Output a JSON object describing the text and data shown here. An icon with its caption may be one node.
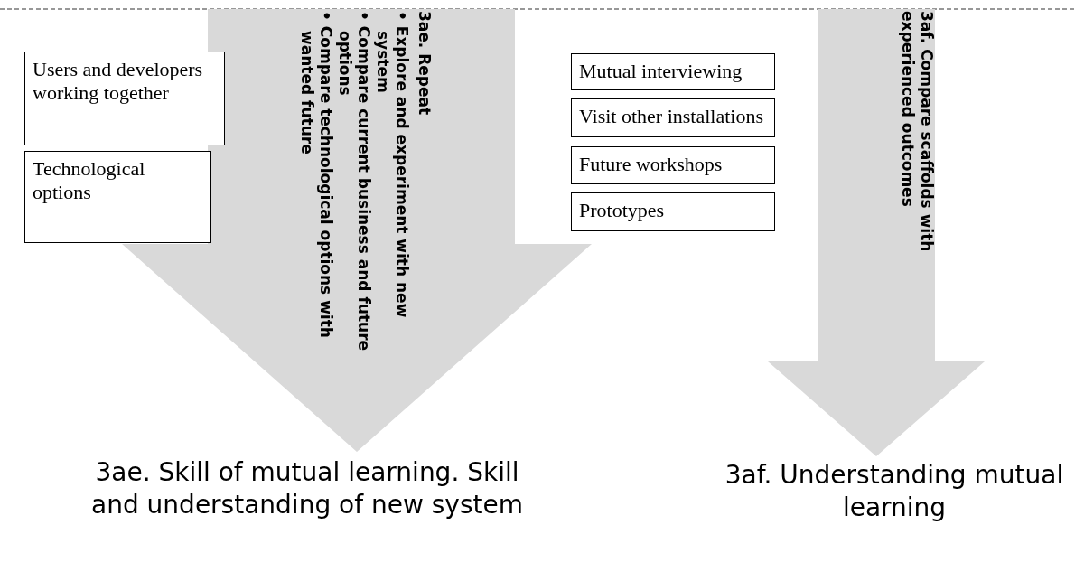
{
  "diagram": {
    "nodes": [
      {
        "text": [
          "3ae. Repeat",
          "• Explore and experiment with new system",
          "• Compare current business and future options",
          "• Compare technological options with wanted future"
        ],
        "beside": [
          "3ae. Skill of mutual learning. Skill and understanding of new system"
        ]
      },
      {
        "text": [
          "Users and developers working together"
        ]
      },
      {
        "text": [
          "Technological options"
        ]
      },
      {
        "text": [
          "3af. Compare scaffolds with experienced outcomes"
        ],
        "beside": [
          "3af. Understanding mutual learning"
        ]
      },
      {
        "text": [
          "Mutual interviewing"
        ]
      },
      {
        "text": [
          "Visit other installations"
        ]
      },
      {
        "text": [
          "Future workshops"
        ]
      },
      {
        "text": [
          "Prototypes"
        ]
      }
    ]
  }
}
